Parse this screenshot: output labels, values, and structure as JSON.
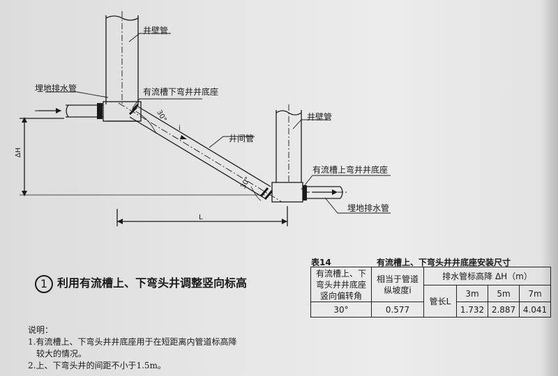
{
  "drawing": {
    "labels": {
      "well_wall_pipe_1": "井壁管",
      "buried_drain_pipe_1": "埋地排水管",
      "lower_bend_base": "有流槽下弯井井底座",
      "angle_top": "30°",
      "slope_i": "i",
      "inter_well_pipe": "井间管",
      "well_wall_pipe_2": "井壁管",
      "upper_bend_base": "有流槽上弯井井底座",
      "angle_bottom": "30°",
      "buried_drain_pipe_2": "埋地排水管",
      "delta_h": "ΔH",
      "length_l": "L"
    }
  },
  "heading": {
    "number": "1",
    "text": "利用有流槽上、下弯头井调整竖向标高"
  },
  "notes": {
    "title": "说明：",
    "items": [
      "1.有流槽上、下弯头井井底座用于在短距离内管道标高降",
      "较大的情况。",
      "2.上、下弯头井的间距不小于1.5m。"
    ]
  },
  "table": {
    "caption": "表14",
    "title": "有流槽上、下弯头井井底座安装尺寸",
    "header_col1": [
      "有流槽上、下",
      "弯头井井底座",
      "竖向偏转角"
    ],
    "header_col2": [
      "相当于管道",
      "纵坡度i"
    ],
    "header_group": "排水管标高降 ΔH（m）",
    "pipe_length_label": "管长L",
    "lengths": [
      "3m",
      "5m",
      "7m"
    ],
    "row": {
      "angle": "30°",
      "slope": "0.577",
      "drops": [
        "1.732",
        "2.887",
        "4.041"
      ]
    }
  }
}
